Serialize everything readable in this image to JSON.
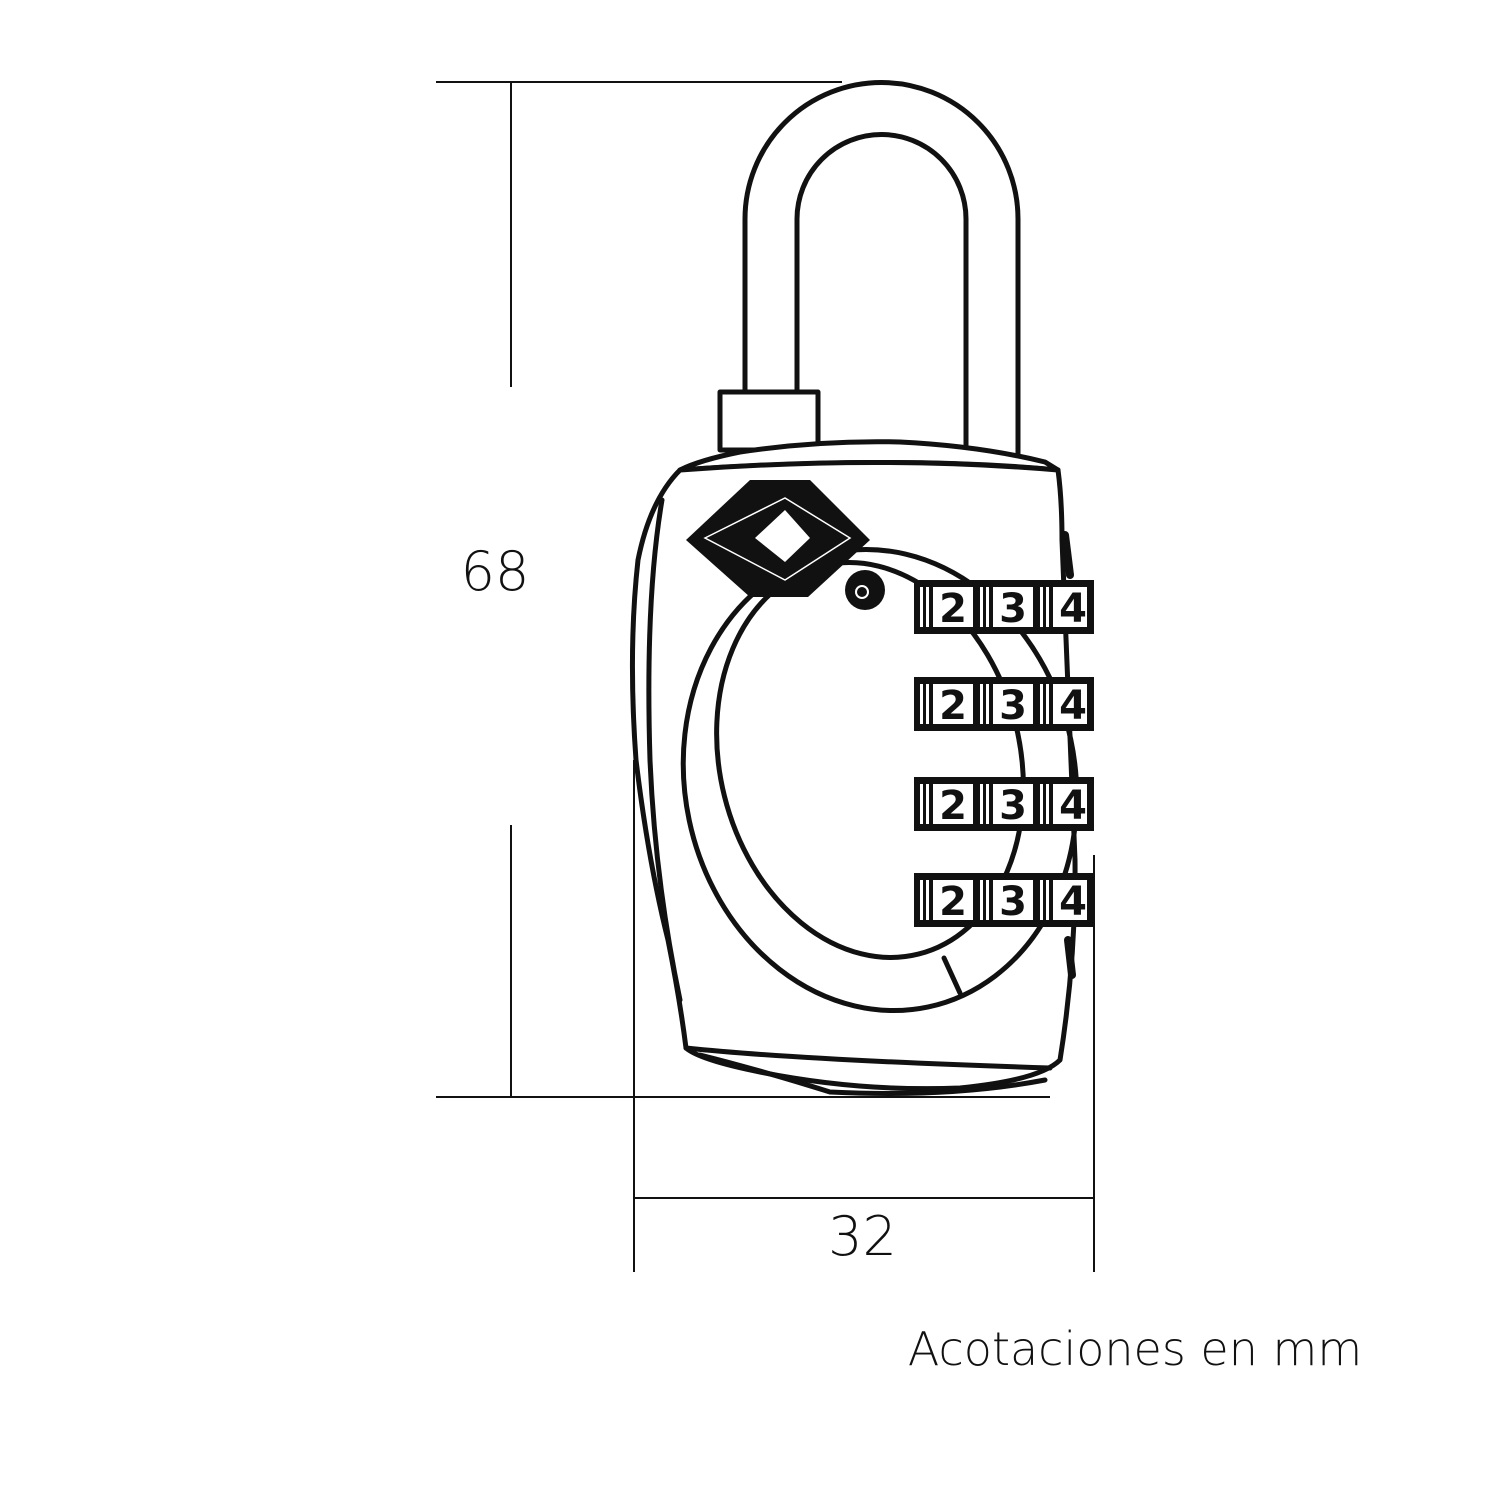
{
  "dimensions": {
    "height_label": "68",
    "width_label": "32",
    "units_note": "Acotaciones en mm"
  },
  "dials": [
    {
      "digits": [
        "2",
        "3",
        "4"
      ]
    },
    {
      "digits": [
        "2",
        "3",
        "4"
      ]
    },
    {
      "digits": [
        "2",
        "3",
        "4"
      ]
    },
    {
      "digits": [
        "2",
        "3",
        "4"
      ]
    }
  ],
  "colors": {
    "line": "#111111",
    "background": "#ffffff"
  }
}
